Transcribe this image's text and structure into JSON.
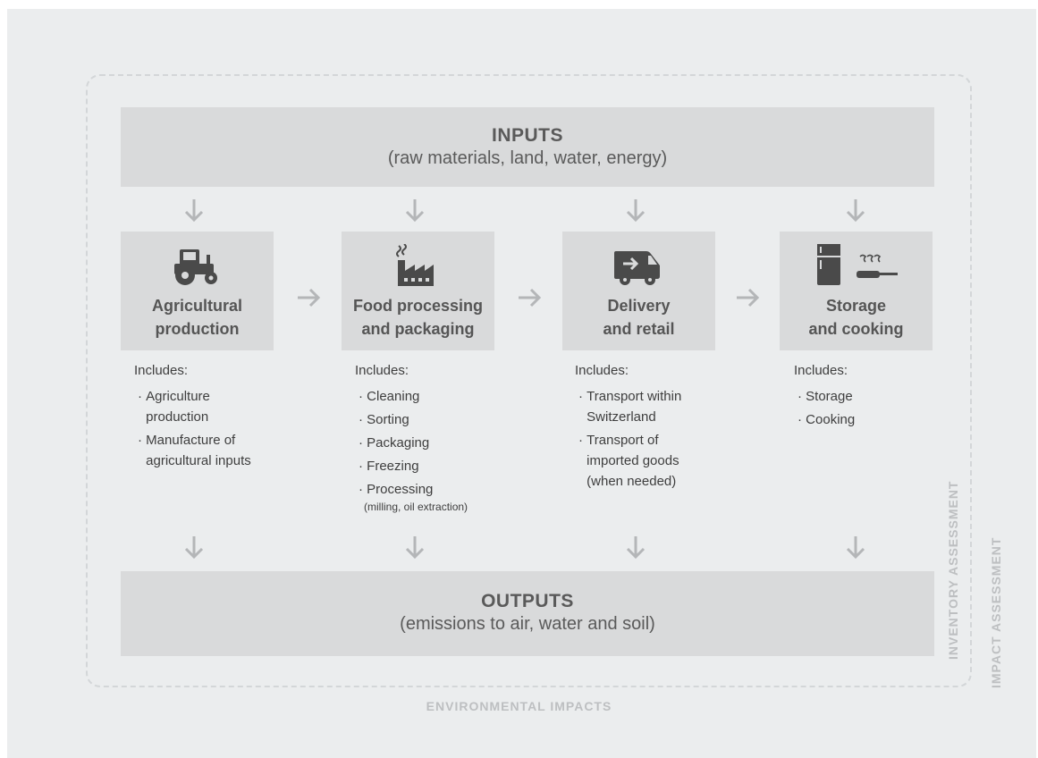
{
  "inputs": {
    "title": "INPUTS",
    "subtitle": "(raw materials, land, water, energy)"
  },
  "outputs": {
    "title": "OUTPUTS",
    "subtitle": "(emissions to air, water and soil)"
  },
  "stages": [
    {
      "label": "Agricultural\nproduction",
      "icon": "tractor-icon",
      "includes_label": "Includes:",
      "items": [
        {
          "text": "Agriculture\nproduction"
        },
        {
          "text": "Manufacture of\nagricultural inputs"
        }
      ]
    },
    {
      "label": "Food processing\nand packaging",
      "icon": "factory-icon",
      "includes_label": "Includes:",
      "items": [
        {
          "text": "Cleaning"
        },
        {
          "text": "Sorting"
        },
        {
          "text": "Packaging"
        },
        {
          "text": "Freezing"
        },
        {
          "text": "Processing",
          "note": "(milling, oil extraction)"
        }
      ]
    },
    {
      "label": "Delivery\nand retail",
      "icon": "delivery-van-icon",
      "includes_label": "Includes:",
      "items": [
        {
          "text": "Transport within\nSwitzerland"
        },
        {
          "text": "Transport of\nimported goods\n(when needed)"
        }
      ]
    },
    {
      "label": "Storage\nand cooking",
      "icon": "fridge-and-pan-icon",
      "includes_label": "Includes:",
      "items": [
        {
          "text": "Storage"
        },
        {
          "text": "Cooking"
        }
      ]
    }
  ],
  "labels": {
    "inventory": "INVENTORY ASSESSMENT",
    "impact": "IMPACT ASSESSMENT",
    "environmental": "ENVIRONMENTAL IMPACTS"
  },
  "colors": {
    "background": "#ebedee",
    "box": "#d9dadb",
    "icon": "#4a4a4a",
    "arrow": "#b4b6b8",
    "faint_label": "#bdbfc1"
  }
}
